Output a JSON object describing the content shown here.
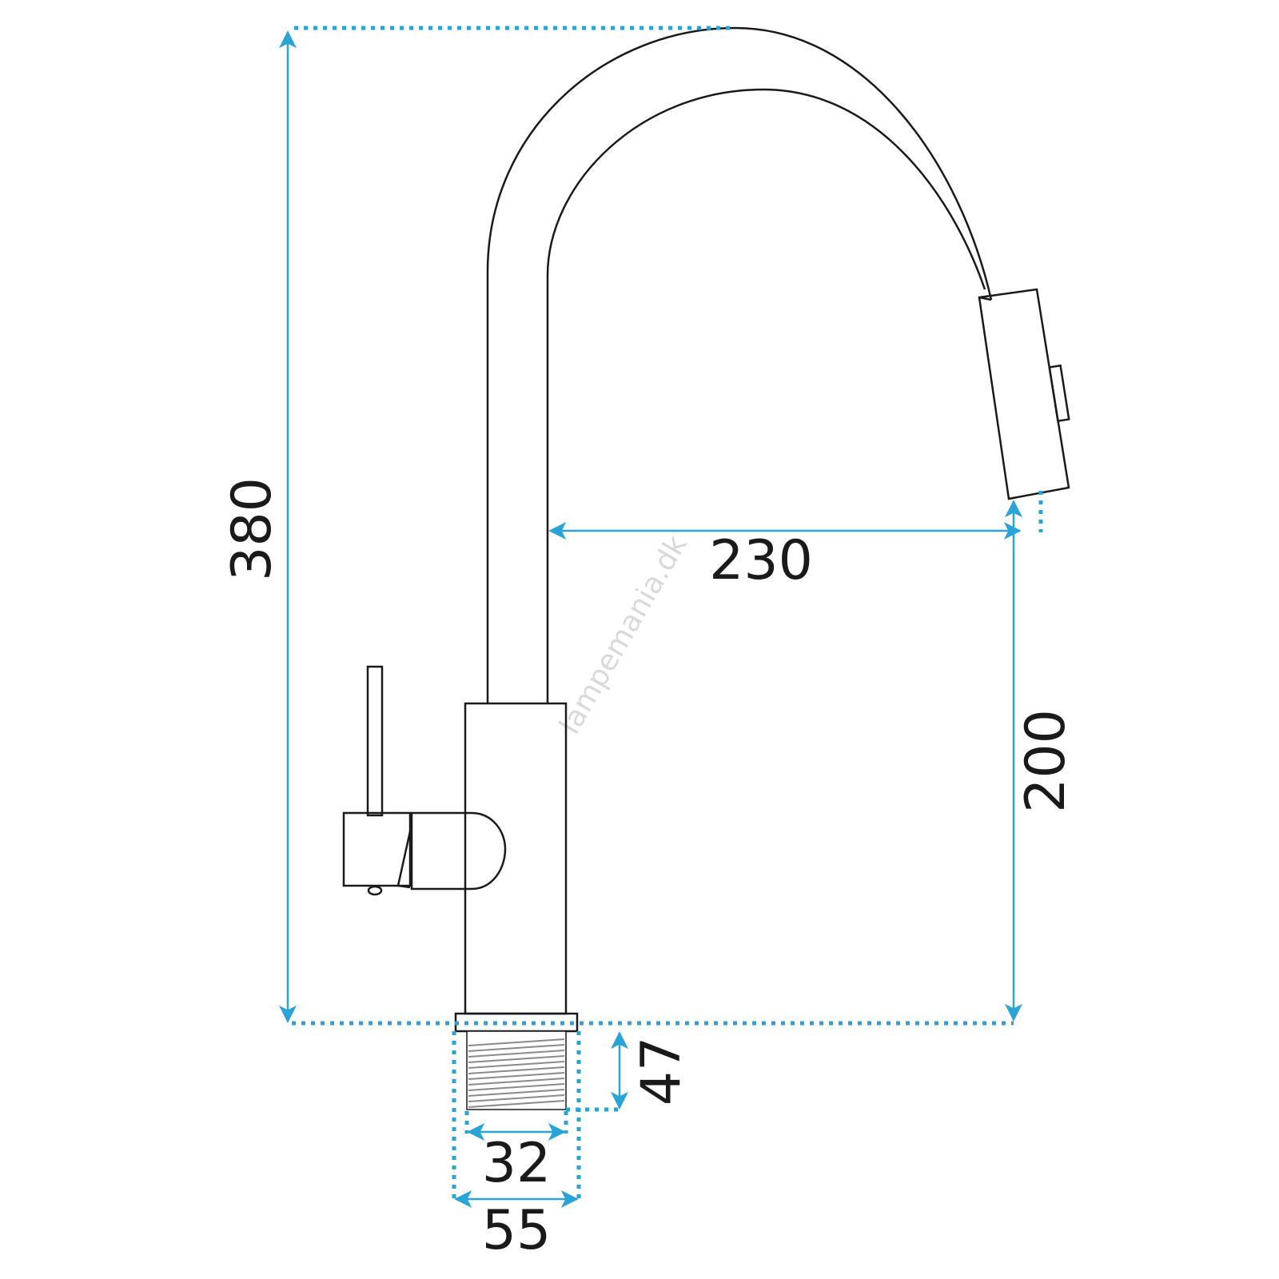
{
  "drawing": {
    "colors": {
      "outline": "#1a1a1a",
      "dimension": "#2aa3d6",
      "thread": "#8a8a8a",
      "watermark": "#d9d9d9",
      "background": "#ffffff"
    },
    "dimensions": {
      "total_height": "380",
      "spout_reach": "230",
      "spout_clearance": "200",
      "thread_length": "47",
      "thread_diameter": "32",
      "base_diameter": "55"
    },
    "watermark": "lampemania.dk"
  }
}
